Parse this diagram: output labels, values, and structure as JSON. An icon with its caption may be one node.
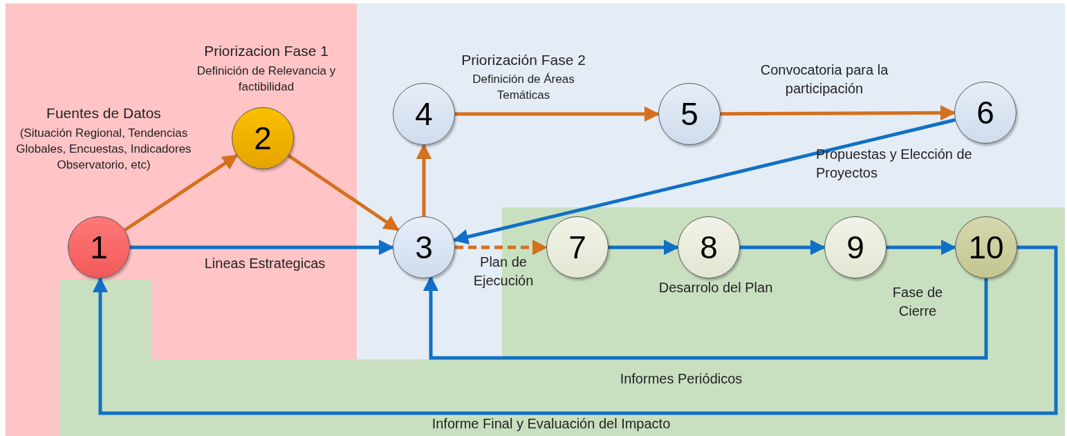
{
  "diagram": {
    "nodes": [
      {
        "text": [
          "1"
        ],
        "beside": [
          "Fuentes de Datos",
          "(Situación Regional, Tendencias Globales, Encuestas, Indicadores Observatorio, etc)"
        ]
      },
      {
        "text": [
          "2"
        ],
        "beside": [
          "Priorizacion Fase 1",
          "Definición de Relevancia y factibilidad"
        ]
      },
      {
        "text": [
          "3"
        ]
      },
      {
        "text": [
          "4"
        ],
        "beside": [
          "Priorización Fase 2",
          "Definición de Áreas Temáticas"
        ]
      },
      {
        "text": [
          "5"
        ]
      },
      {
        "text": [
          "6"
        ]
      },
      {
        "text": [
          "7"
        ]
      },
      {
        "text": [
          "8"
        ]
      },
      {
        "text": [
          "9"
        ]
      },
      {
        "text": [
          "10"
        ]
      }
    ],
    "edges": [
      {
        "from": 0,
        "to": 1,
        "arrow": "to",
        "color": "#d4701e"
      },
      {
        "from": 1,
        "to": 2,
        "arrow": "to",
        "color": "#d4701e"
      },
      {
        "from": 0,
        "to": 2,
        "arrow": "to",
        "label": "Lineas Estrategicas"
      },
      {
        "from": 2,
        "to": 3,
        "arrow": "to",
        "color": "#d4701e"
      },
      {
        "from": 3,
        "to": 4,
        "arrow": "to",
        "color": "#d4701e"
      },
      {
        "from": 4,
        "to": 5,
        "arrow": "to",
        "label": "Convocatoria para la participación",
        "color": "#d4701e"
      },
      {
        "from": 5,
        "to": 2,
        "arrow": "to",
        "label": "Propuestas y Elección de Proyectos"
      },
      {
        "from": 2,
        "to": 6,
        "arrow": "to",
        "label": "Plan de Ejecución",
        "style": "dashed",
        "color": "#d4701e"
      },
      {
        "from": 6,
        "to": 7,
        "arrow": "to"
      },
      {
        "from": 7,
        "to": 8,
        "arrow": "to",
        "label": "Desarrolo del Plan"
      },
      {
        "from": 8,
        "to": 9,
        "arrow": "to",
        "label": "Fase de Cierre"
      },
      {
        "from": 9,
        "to": 2,
        "arrow": "to",
        "label": "Informes Periódicos"
      },
      {
        "from": 9,
        "to": 0,
        "arrow": "to",
        "label": "Informe Final y Evaluación del Impacto"
      }
    ]
  }
}
